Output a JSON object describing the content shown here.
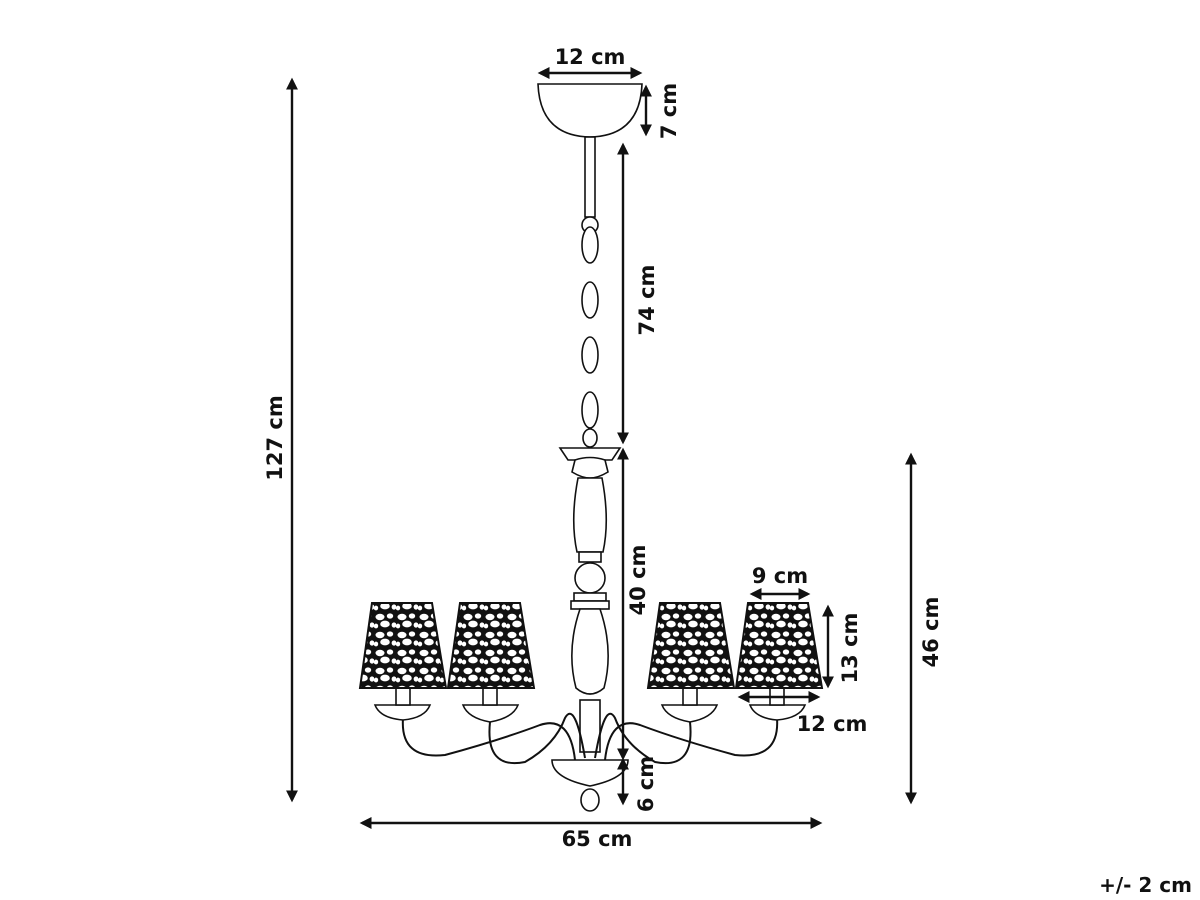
{
  "dimensions": {
    "canopy_width": "12 cm",
    "canopy_height": "7 cm",
    "chain_length": "74 cm",
    "total_height": "127 cm",
    "body_height": "40 cm",
    "bottom_height": "6 cm",
    "shade_top_width": "9 cm",
    "shade_height": "13 cm",
    "shade_bottom_width": "12 cm",
    "fixture_height": "46 cm",
    "overall_width": "65 cm"
  },
  "tolerance": "+/- 2 cm",
  "colors": {
    "ink": "#111111",
    "background": "#ffffff"
  }
}
